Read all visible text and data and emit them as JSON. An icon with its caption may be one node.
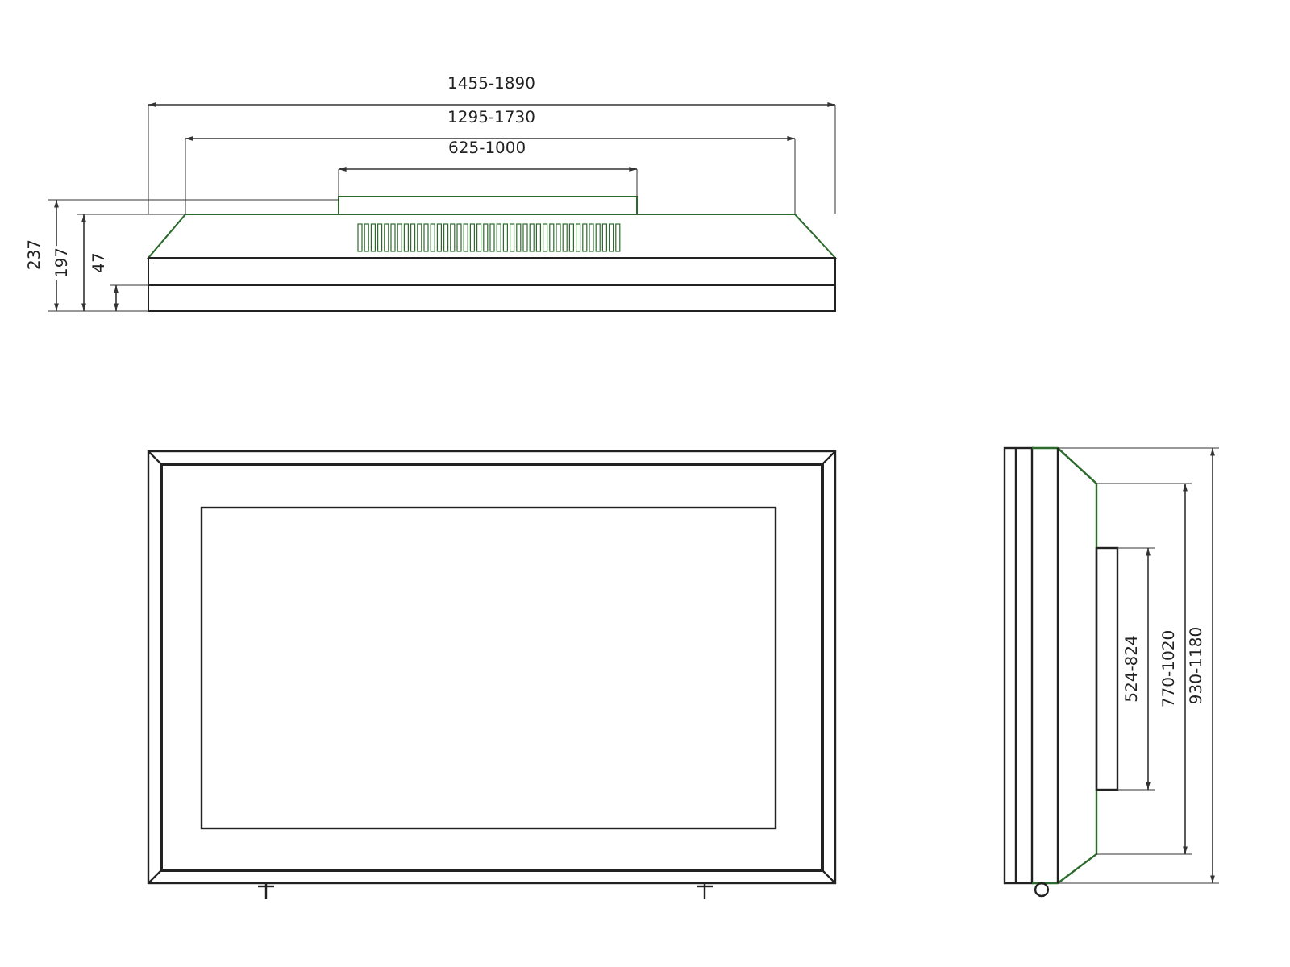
{
  "diagram": {
    "labels": [
      "1455-1890",
      "1295-1730",
      "625-1000",
      "237",
      "197",
      "47",
      "524-824",
      "770-1020",
      "930-1180"
    ]
  }
}
